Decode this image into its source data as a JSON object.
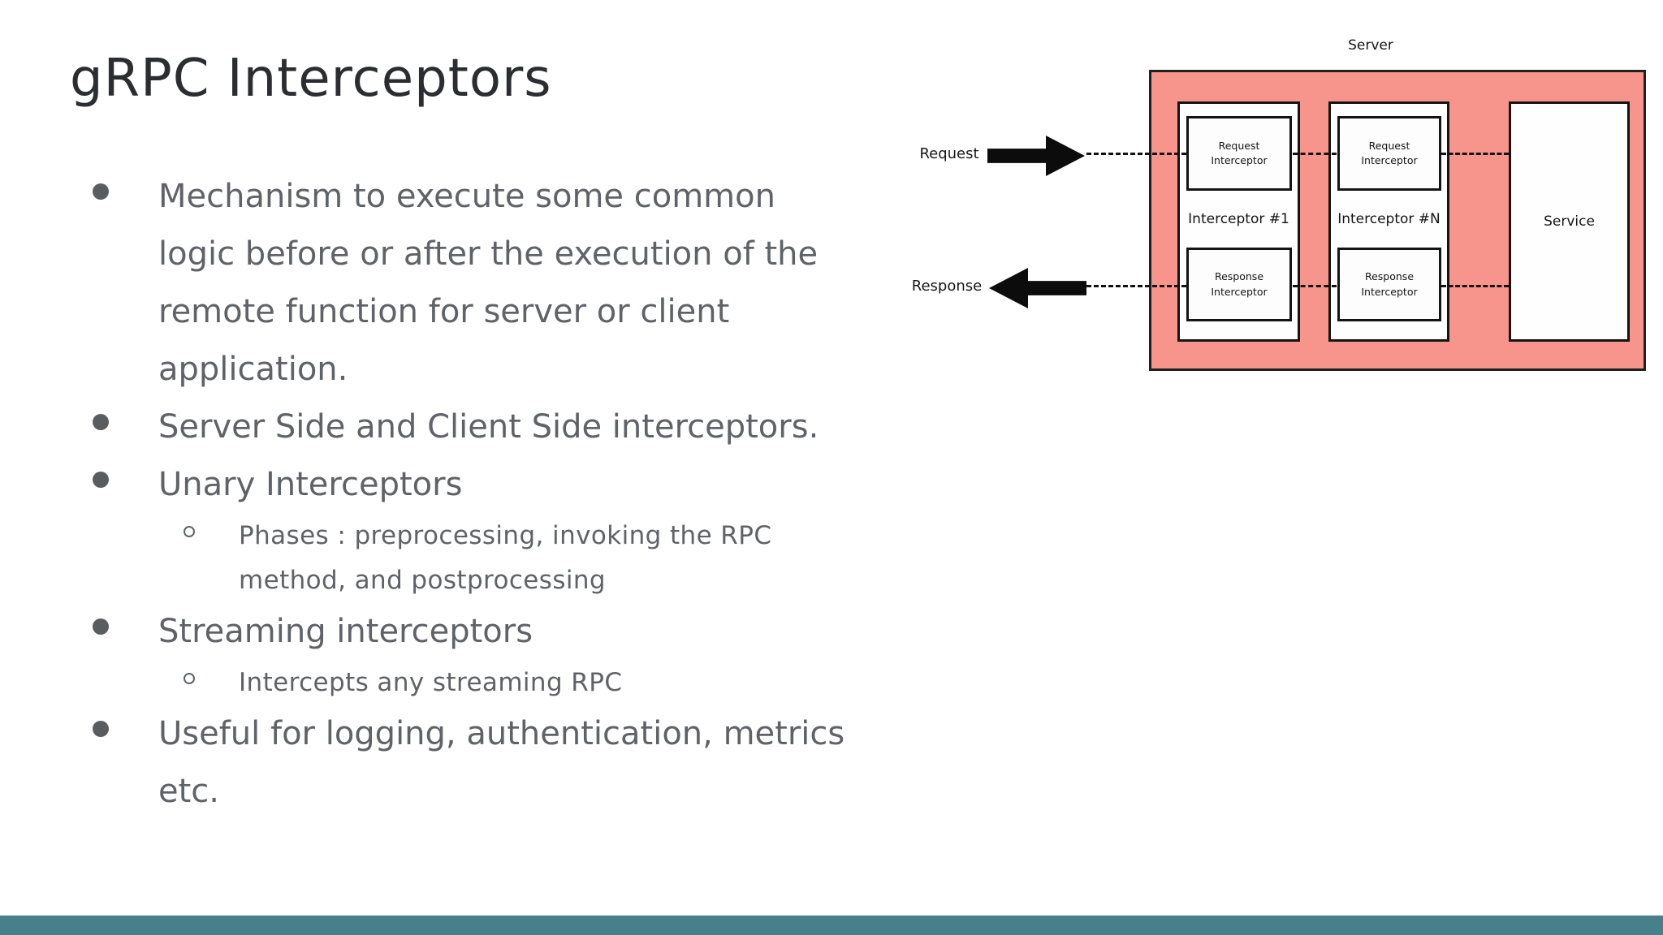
{
  "slide": {
    "title": "gRPC Interceptors",
    "bullets": [
      {
        "level": 1,
        "text": "Mechanism to execute some common\nlogic before or after the execution of the\nremote function for server or client\napplication."
      },
      {
        "level": 1,
        "text": "Server Side and Client Side interceptors."
      },
      {
        "level": 1,
        "text": "Unary Interceptors"
      },
      {
        "level": 2,
        "text": "Phases : preprocessing, invoking the RPC\nmethod, and postprocessing"
      },
      {
        "level": 1,
        "text": "Streaming interceptors"
      },
      {
        "level": 2,
        "text": "Intercepts any streaming RPC"
      },
      {
        "level": 1,
        "text": "Useful for logging, authentication, metrics\netc."
      }
    ]
  },
  "diagram": {
    "server_label": "Server",
    "request_label": "Request",
    "response_label": "Response",
    "interceptor1": {
      "label": "Interceptor #1",
      "request_box": "Request\nInterceptor",
      "response_box": "Response\nInterceptor"
    },
    "interceptorN": {
      "label": "Interceptor #N",
      "request_box": "Request\nInterceptor",
      "response_box": "Response\nInterceptor"
    },
    "service_label": "Service"
  },
  "colors": {
    "server_fill": "#f7948c",
    "box_border": "#141414",
    "arrow": "#0c0c0c",
    "footer_bar": "#47808a",
    "title_text": "#2b2d30",
    "body_text": "#5f6368"
  }
}
